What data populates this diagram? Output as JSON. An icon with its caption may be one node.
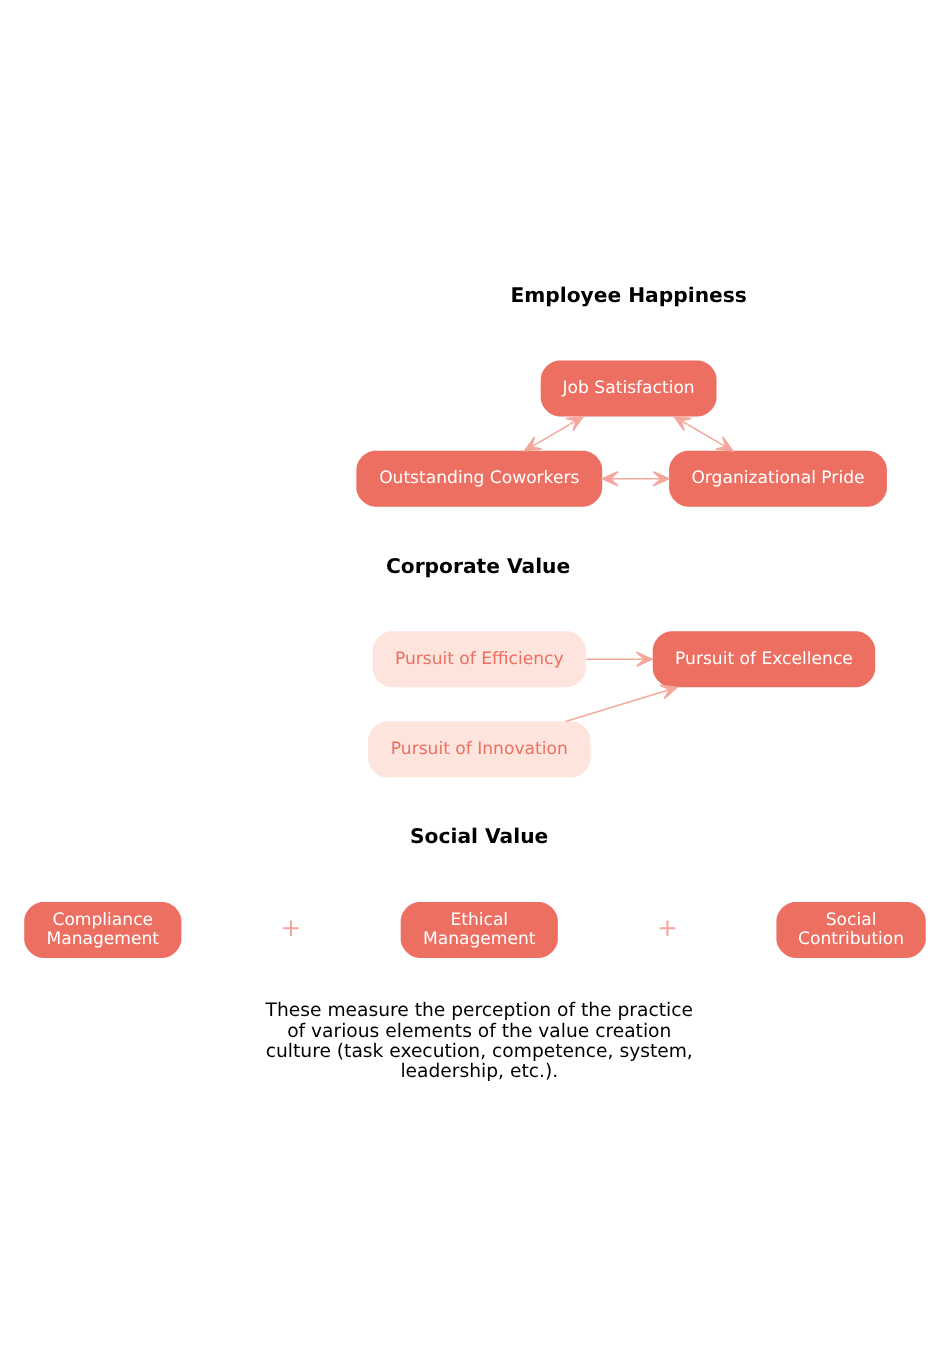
{
  "diagram": {
    "nodes": [
      {
        "text": [
          "Job Satisfaction"
        ]
      },
      {
        "text": [
          "Outstanding Coworkers"
        ]
      },
      {
        "text": [
          "Organizational Pride"
        ]
      },
      {
        "text": [
          "Pursuit of Efficiency"
        ]
      },
      {
        "text": [
          "Pursuit of Innovation"
        ]
      },
      {
        "text": [
          "Pursuit of Excellence"
        ]
      },
      {
        "text": [
          "Compliance Management"
        ]
      },
      {
        "text": [
          "Ethical Management"
        ]
      },
      {
        "text": [
          "Social Contribution"
        ]
      }
    ],
    "edges": [
      {
        "from": 0,
        "to": 1,
        "arrow": "both"
      },
      {
        "from": 0,
        "to": 2,
        "arrow": "both"
      },
      {
        "from": 1,
        "to": 2,
        "arrow": "both"
      },
      {
        "from": 3,
        "to": 5,
        "arrow": "to"
      },
      {
        "from": 4,
        "to": 5,
        "arrow": "to"
      }
    ],
    "labels": [
      "Employee Happiness",
      "Corporate Value",
      "Social Value",
      "+",
      "+",
      "These measure the perception of the practice of various elements of the value creation culture (task execution, competence, system, leadership, etc.)."
    ]
  }
}
